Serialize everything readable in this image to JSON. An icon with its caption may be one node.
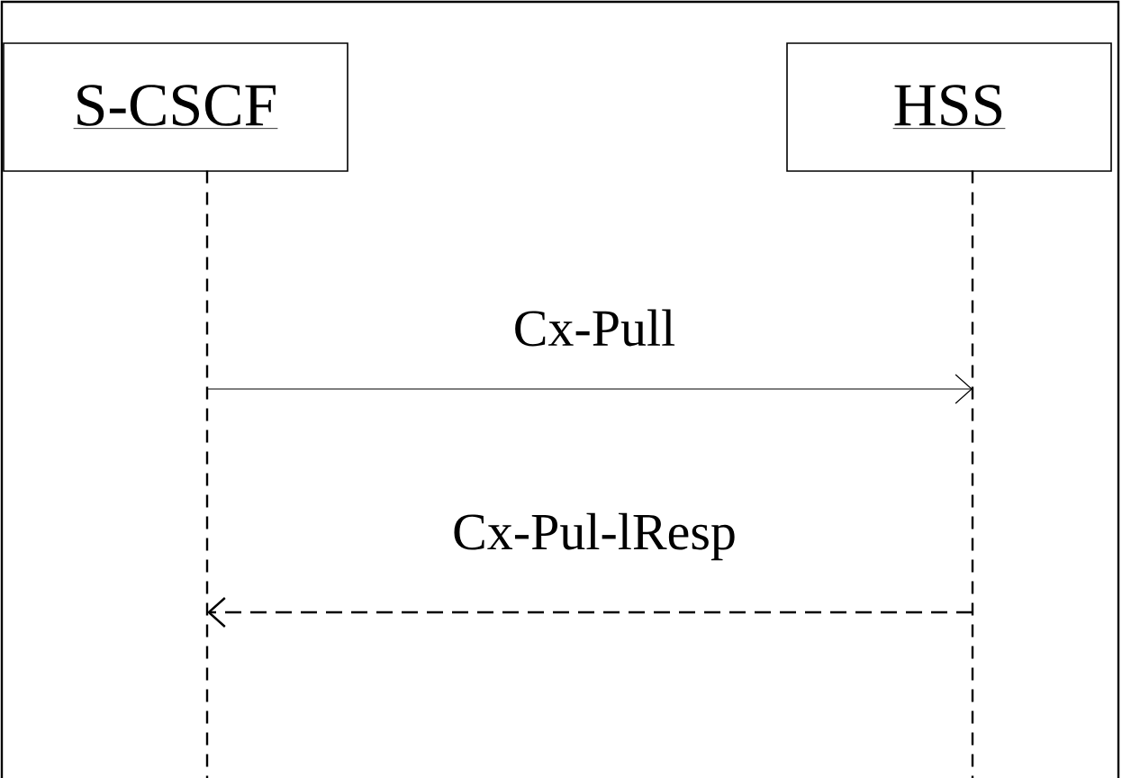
{
  "diagram": {
    "nodes": [
      {
        "text": [
          "S-CSCF"
        ]
      },
      {
        "text": [
          "HSS"
        ]
      },
      {
        "text": [],
        "shape": "line"
      },
      {
        "text": [],
        "shape": "line"
      }
    ],
    "edges": [
      {
        "from": 2,
        "to": 3,
        "arrow": "to",
        "label": "Cx-Pull"
      },
      {
        "from": 3,
        "to": 2,
        "arrow": "to",
        "label": "Cx-Pul-lResp",
        "style": "dashed"
      }
    ]
  }
}
